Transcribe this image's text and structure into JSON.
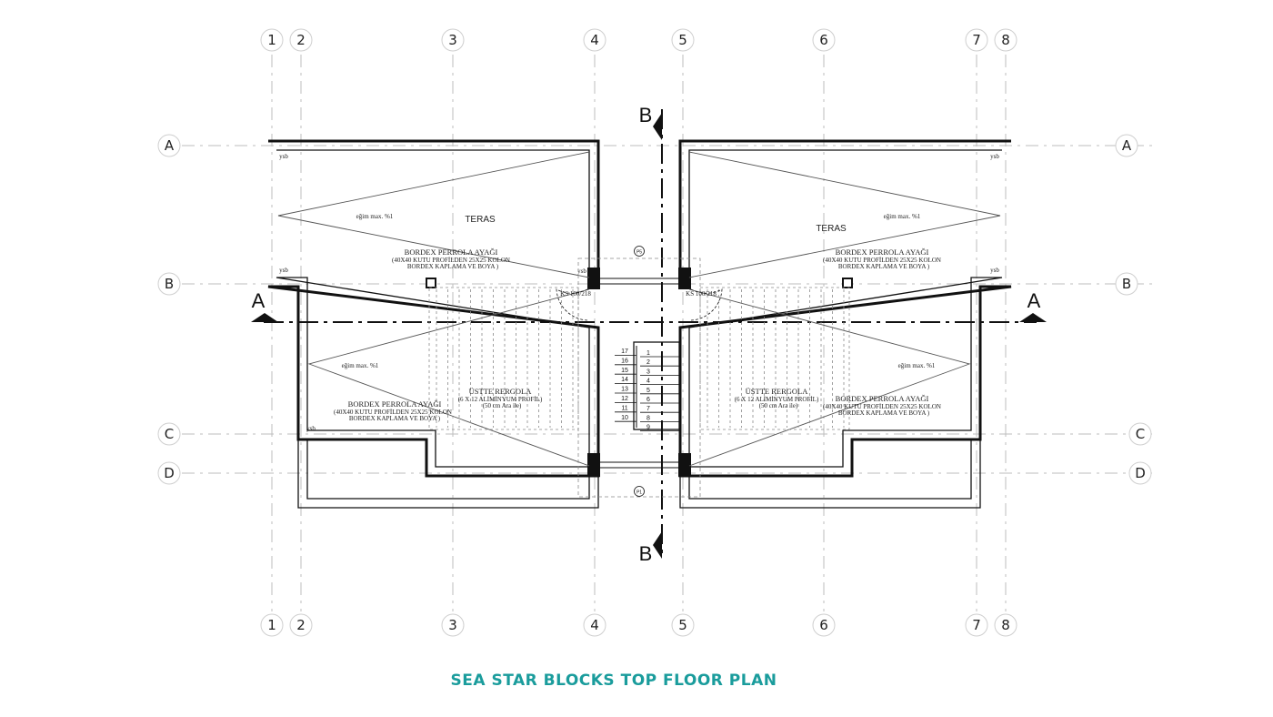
{
  "title": "SEA STAR BLOCKS TOP FLOOR PLAN",
  "grid": {
    "columns": [
      "1",
      "2",
      "3",
      "4",
      "5",
      "6",
      "7",
      "8"
    ],
    "rows": [
      "A",
      "B",
      "C",
      "D"
    ]
  },
  "section_cuts": {
    "horizontal": "A",
    "vertical": "B"
  },
  "left_unit": {
    "terrace": "TERAS",
    "slope_top": "eğim max. %1",
    "slope_bottom": "eğim max. %1",
    "perrola_top": [
      "BORDEX  PERROLA AYAĞI",
      "(40X40 KUTU PROFİLDEN 25X25 KOLON",
      "BORDEX KAPLAMA VE BOYA )"
    ],
    "perrola_bottom": [
      "BORDEX  PERROLA AYAĞI",
      "(40X40 KUTU PROFİLDEN 25X25 KOLON",
      "BORDEX KAPLAMA VE BOYA )"
    ],
    "pergola": [
      "ÜSTTE RERGOLA",
      "(6 X 12 ALİMİNYUM PROFİL)",
      "(50 cm Ara ile)"
    ],
    "ysb": "ysb",
    "window_code": "KS 100/218"
  },
  "right_unit": {
    "terrace": "TERAS",
    "slope_top": "eğim max. %1",
    "slope_bottom": "eğim max. %1",
    "perrola_top": [
      "BORDEX  PERROLA AYAĞI",
      "(40X40 KUTU PROFİLDEN 25X25 KOLON",
      "BORDEX KAPLAMA VE BOYA )"
    ],
    "perrola_bottom": [
      "BORDEX  PERROLA AYAĞI",
      "(40X40 KUTU PROFİLDEN 25X25 KOLON",
      "BORDEX KAPLAMA VE BOYA )"
    ],
    "pergola": [
      "ÜSTTE RERGOLA",
      "(6 X 12 ALİMİNYUM PROFİL)",
      "(50 cm Ara ile)"
    ],
    "ysb": "ysb",
    "window_code": "KS 100/218"
  },
  "stairs": {
    "left_steps": [
      "17",
      "16",
      "15",
      "14",
      "13",
      "12",
      "11",
      "10"
    ],
    "right_steps": [
      "1",
      "2",
      "3",
      "4",
      "5",
      "6",
      "7",
      "8",
      "9"
    ]
  },
  "door_tags": {
    "top": "P5",
    "bottom": "P1"
  }
}
